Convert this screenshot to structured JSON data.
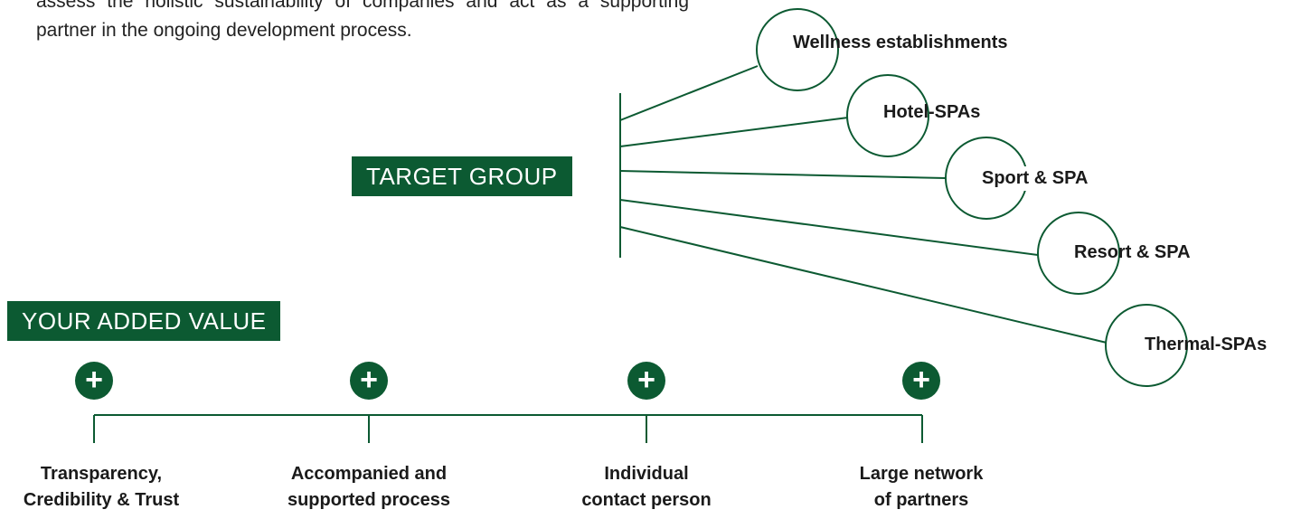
{
  "intro_text": "assess the holistic sustainability of companies and act as a supporting partner in the ongoing development process.",
  "target_group": {
    "title": "TARGET GROUP",
    "items": [
      "Wellness establishments",
      "Hotel-SPAs",
      "Sport & SPA",
      "Resort & SPA",
      "Thermal-SPAs"
    ]
  },
  "added_value": {
    "title": "YOUR ADDED VALUE",
    "plus_icon": "plus-icon",
    "items": [
      "Transparency,\nCredibility & Trust",
      "Accompanied and\nsupported process",
      "Individual\ncontact person",
      "Large network\nof partners"
    ]
  },
  "colors": {
    "accent": "#0c5a32",
    "text": "#1a1a1a"
  }
}
